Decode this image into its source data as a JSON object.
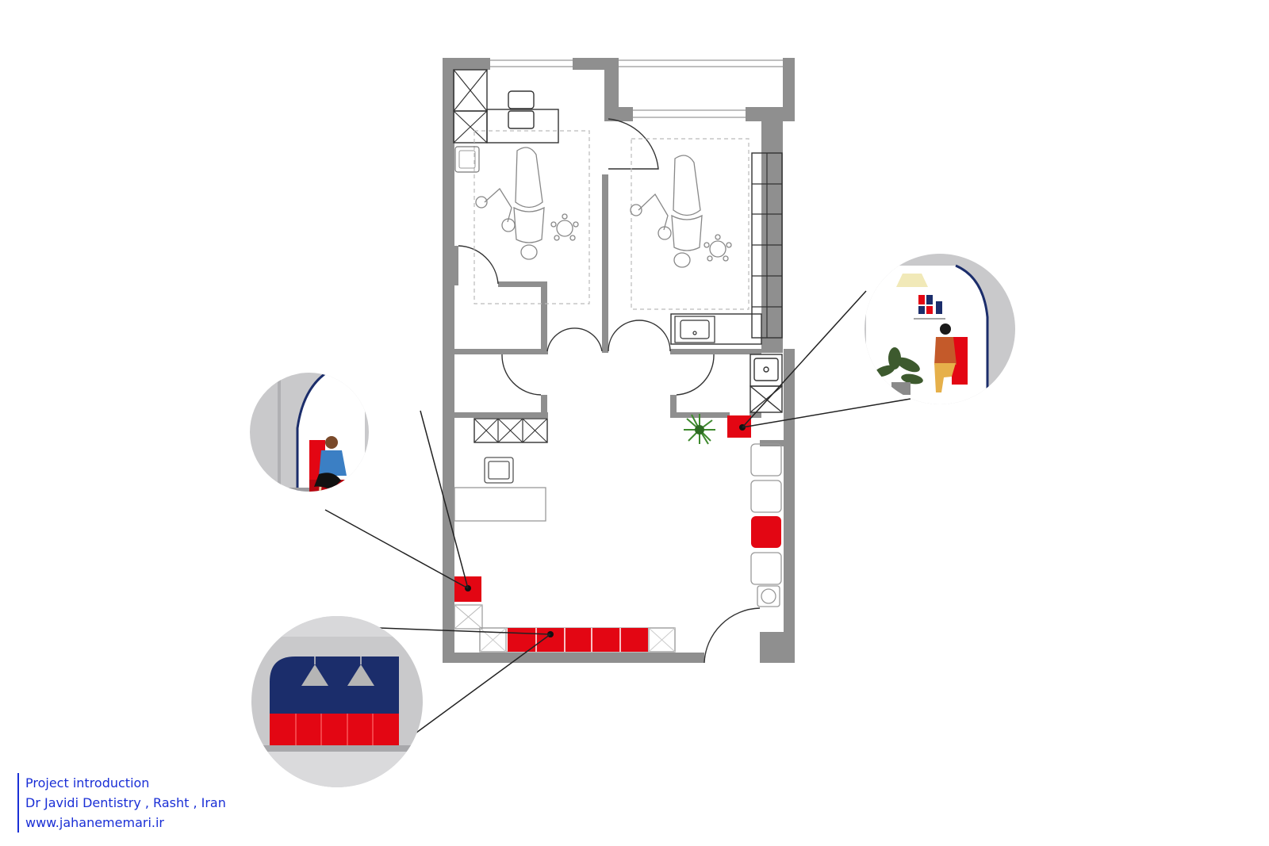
{
  "caption": {
    "line1": "Project introduction",
    "line2": "Dr Javidi Dentistry , Rasht , Iran",
    "line3": "www.jahanememari.ir"
  },
  "colors": {
    "wall": "#8f8f8f",
    "accent_red": "#e30613",
    "navy": "#1b2d6b",
    "caption_blue": "#1a2fd6",
    "detail_bg": "#c9c9cb",
    "line": "#333333"
  },
  "icons": [
    "dental-chair-icon",
    "stool-icon",
    "chair-icon",
    "sink-icon",
    "plant-icon",
    "sofa-icon",
    "pendant-lamp-icon"
  ]
}
